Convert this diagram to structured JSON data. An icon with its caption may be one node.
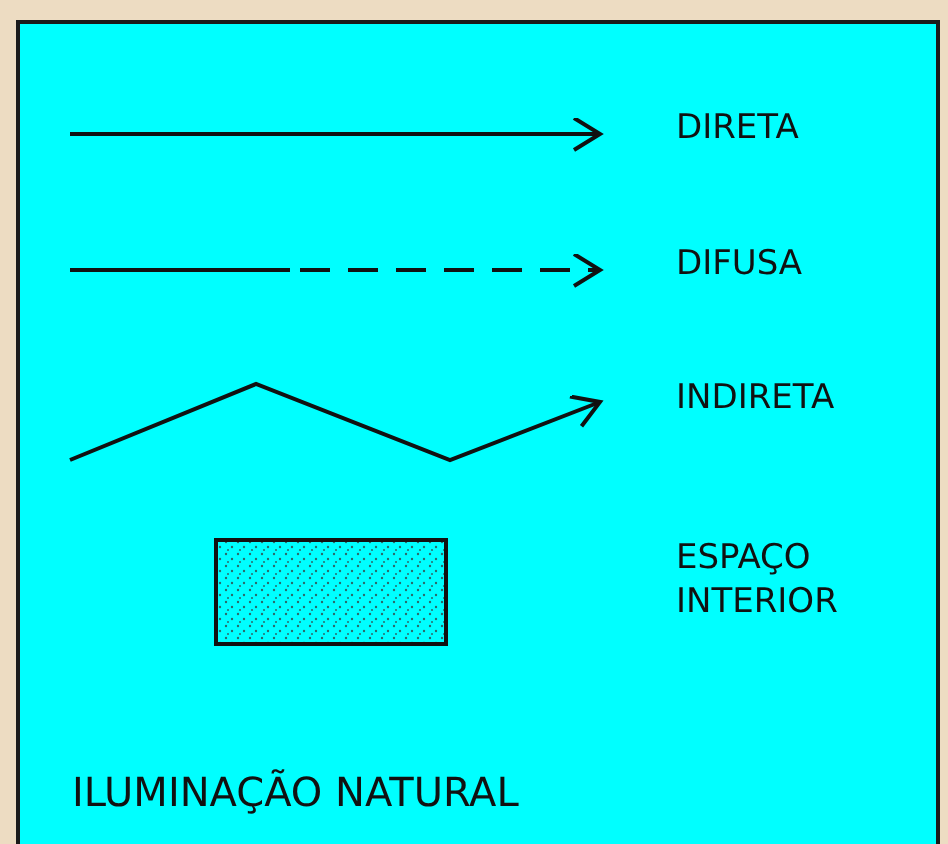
{
  "diagram": {
    "caption": "ILUMINAÇÃO NATURAL",
    "legend": [
      {
        "text": "DIRETA"
      },
      {
        "text": "DIFUSA"
      },
      {
        "text": "INDIRETA"
      },
      {
        "text": "ESPAÇO INTERIOR"
      }
    ]
  }
}
